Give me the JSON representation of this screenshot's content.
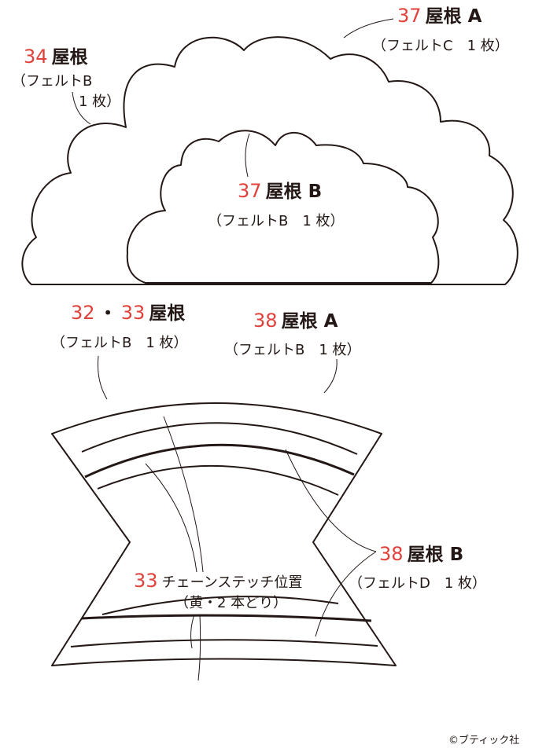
{
  "colors": {
    "line": "#231815",
    "number": "#e0413a"
  },
  "labels": {
    "roof37a": {
      "num": "37",
      "name": "屋根 A",
      "sub": "（フェルトC　1 枚）"
    },
    "roof34": {
      "num": "34",
      "name": "屋根",
      "sub1": "（フェルトB",
      "sub2": "1 枚）"
    },
    "roof37b": {
      "num": "37",
      "name": "屋根 B",
      "sub": "（フェルトB　1 枚）"
    },
    "roof3233": {
      "num1": "32",
      "dot": "・",
      "num2": "33",
      "name": "屋根",
      "sub": "（フェルトB　1 枚）"
    },
    "roof38a": {
      "num": "38",
      "name": "屋根 A",
      "sub": "（フェルトB　1 枚）"
    },
    "roof38b": {
      "num": "38",
      "name": "屋根 B",
      "sub": "（フェルトD　1 枚）"
    },
    "stitch33": {
      "num": "33",
      "name": "チェーンステッチ位置",
      "sub": "（黄・2 本どり）"
    }
  },
  "credit": "©ブティック社"
}
